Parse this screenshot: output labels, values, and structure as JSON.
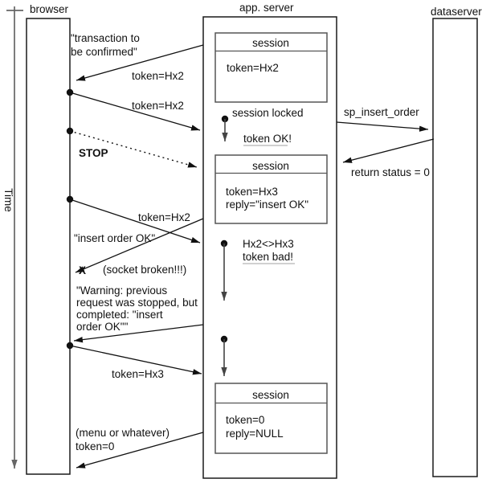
{
  "palette": {
    "background": "#ffffff",
    "message_line": "#111111",
    "lifeline_border": "#1a1a1a",
    "session_border": "#555555",
    "activity_line": "#444444",
    "axis_line": "#666666",
    "underline": "#b3b3b3",
    "text": "#111111"
  },
  "axis": {
    "label": "Time"
  },
  "actors": [
    {
      "label": "browser"
    },
    {
      "label": "app. server"
    },
    {
      "label": "dataserver"
    }
  ],
  "sessions": [
    {
      "title": "session",
      "fields": [
        "token=Hx2"
      ]
    },
    {
      "title": "session",
      "fields": [
        "token=Hx3",
        "reply=\"insert OK\""
      ]
    },
    {
      "title": "session",
      "fields": [
        "token=0",
        "reply=NULL"
      ]
    }
  ],
  "notes": {
    "session_locked": "session locked",
    "token_ok": "token OK!",
    "hx_mismatch": "Hx2<>Hx3",
    "token_bad": "token bad!",
    "stop": "STOP",
    "x_mark": "X",
    "socket_broken": "(socket  broken!!!)"
  },
  "messages": {
    "confirm_request": {
      "lines": [
        "\"transaction to",
        "be confirmed\""
      ],
      "token": "token=Hx2"
    },
    "submit_token": {
      "token": "token=Hx2"
    },
    "resubmit_token": {
      "token": "token=Hx2"
    },
    "insert_ok_reply": {
      "label": "\"insert order OK\""
    },
    "warning_reply": {
      "lines": [
        "\"Warning: previous",
        "request was stopped, but",
        "completed: \"insert",
        "order OK\"\""
      ]
    },
    "token_hx3": {
      "token": "token=Hx3"
    },
    "menu_reply": {
      "lines": [
        "(menu or whatever)",
        "token=0"
      ]
    },
    "sp_insert_order": {
      "label": "sp_insert_order"
    },
    "return_status": {
      "label": "return status = 0"
    }
  }
}
